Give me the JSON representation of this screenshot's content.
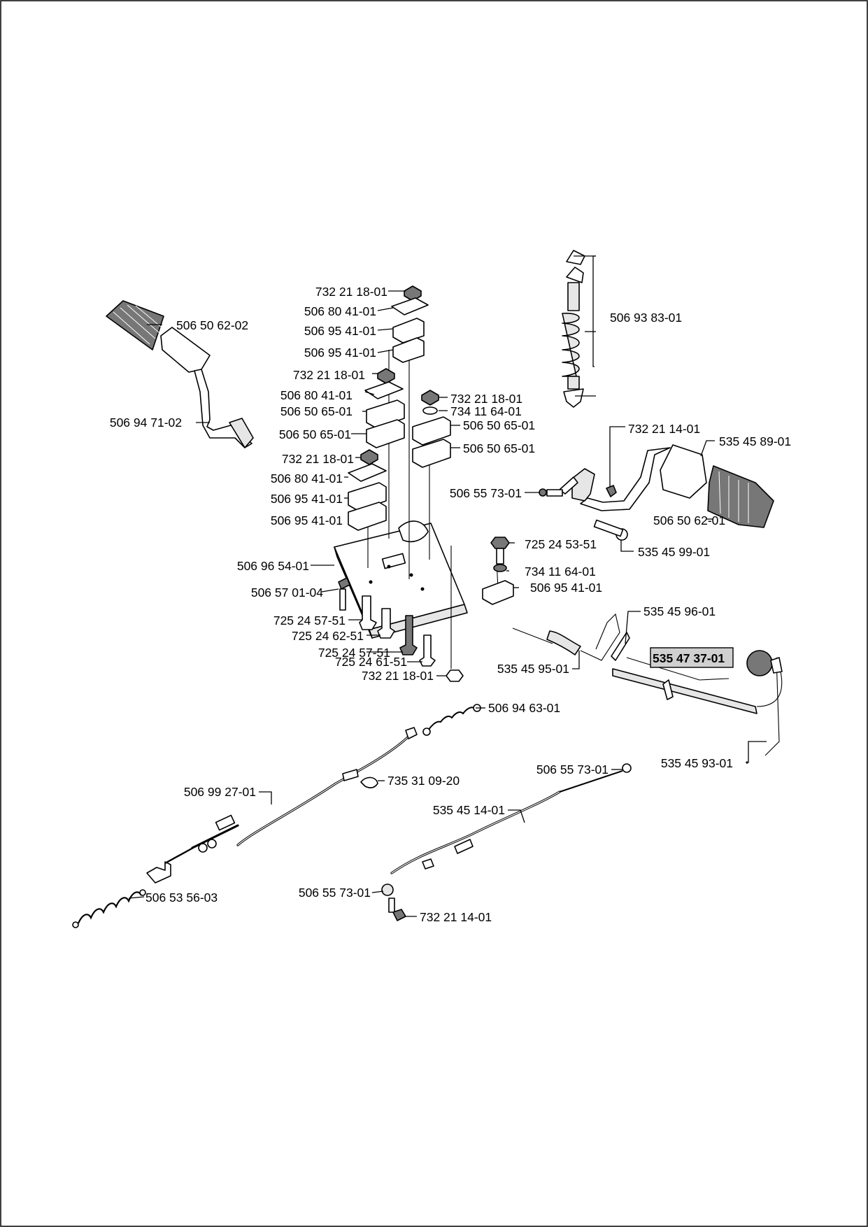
{
  "diagram": {
    "highlight_fill": "#d0d0d0",
    "part_labels": [
      {
        "id": "p01",
        "text": "732 21 18-01"
      },
      {
        "id": "p02",
        "text": "506 80 41-01"
      },
      {
        "id": "p03",
        "text": "506 95 41-01"
      },
      {
        "id": "p04",
        "text": "506 95 41-01"
      },
      {
        "id": "p05",
        "text": "506 50 62-02"
      },
      {
        "id": "p06",
        "text": "506 93 83-01"
      },
      {
        "id": "p07",
        "text": "732 21 18-01"
      },
      {
        "id": "p08",
        "text": "506 80 41-01"
      },
      {
        "id": "p09",
        "text": "506 50 65-01"
      },
      {
        "id": "p10",
        "text": "732 21 18-01"
      },
      {
        "id": "p11",
        "text": "734 11 64-01"
      },
      {
        "id": "p12",
        "text": "506 94 71-02"
      },
      {
        "id": "p13",
        "text": "506 50 65-01"
      },
      {
        "id": "p14",
        "text": "506 50 65-01"
      },
      {
        "id": "p15",
        "text": "732 21 14-01"
      },
      {
        "id": "p16",
        "text": "535 45 89-01"
      },
      {
        "id": "p17",
        "text": "506 50 65-01"
      },
      {
        "id": "p18",
        "text": "732 21 18-01"
      },
      {
        "id": "p19",
        "text": "506 80 41-01"
      },
      {
        "id": "p20",
        "text": "506 55 73-01"
      },
      {
        "id": "p21",
        "text": "506 95 41-01"
      },
      {
        "id": "p22",
        "text": "506 95 41-01"
      },
      {
        "id": "p23",
        "text": "506 50 62-01"
      },
      {
        "id": "p24",
        "text": "725 24 53-51"
      },
      {
        "id": "p25",
        "text": "535 45 99-01"
      },
      {
        "id": "p26",
        "text": "506 96 54-01"
      },
      {
        "id": "p27",
        "text": "734 11 64-01"
      },
      {
        "id": "p28",
        "text": "506 57 01-04"
      },
      {
        "id": "p29",
        "text": "506 95 41-01"
      },
      {
        "id": "p30",
        "text": "535 45 96-01"
      },
      {
        "id": "p31",
        "text": "725 24 57-51"
      },
      {
        "id": "p32",
        "text": "725 24 62-51"
      },
      {
        "id": "p33",
        "text": "725 24 57-51"
      },
      {
        "id": "p34",
        "text": "535 47 37-01"
      },
      {
        "id": "p35",
        "text": "725 24 61-51"
      },
      {
        "id": "p36",
        "text": "535 45 95-01"
      },
      {
        "id": "p37",
        "text": "732 21 18-01"
      },
      {
        "id": "p38",
        "text": "506 94 63-01"
      },
      {
        "id": "p39",
        "text": "535 45 93-01"
      },
      {
        "id": "p40",
        "text": "506 55 73-01"
      },
      {
        "id": "p41",
        "text": "735 31 09-20"
      },
      {
        "id": "p42",
        "text": "506 99 27-01"
      },
      {
        "id": "p43",
        "text": "535 45 14-01"
      },
      {
        "id": "p44",
        "text": "506 55 73-01"
      },
      {
        "id": "p45",
        "text": "506 53 56-03"
      },
      {
        "id": "p46",
        "text": "732 21 14-01"
      }
    ]
  }
}
